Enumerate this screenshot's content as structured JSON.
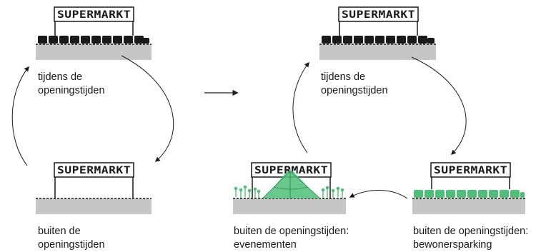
{
  "sign_text": "SUPERMARKT",
  "panels": [
    {
      "id": "left-open",
      "caption": [
        "tijdens de",
        "openingstijden"
      ]
    },
    {
      "id": "left-closed",
      "caption": [
        "buiten de",
        "openingstijden"
      ]
    },
    {
      "id": "right-open",
      "caption": [
        "tijdens de",
        "openingstijden"
      ]
    },
    {
      "id": "right-events",
      "caption": [
        "buiten de openingstijden:",
        "evenementen"
      ]
    },
    {
      "id": "right-residents",
      "caption": [
        "buiten de openingstijden:",
        "bewonersparking"
      ]
    }
  ],
  "colors": {
    "ink": "#1a1a1a",
    "ground": "#c6c6c6",
    "accent_green": "#4fbf78"
  }
}
